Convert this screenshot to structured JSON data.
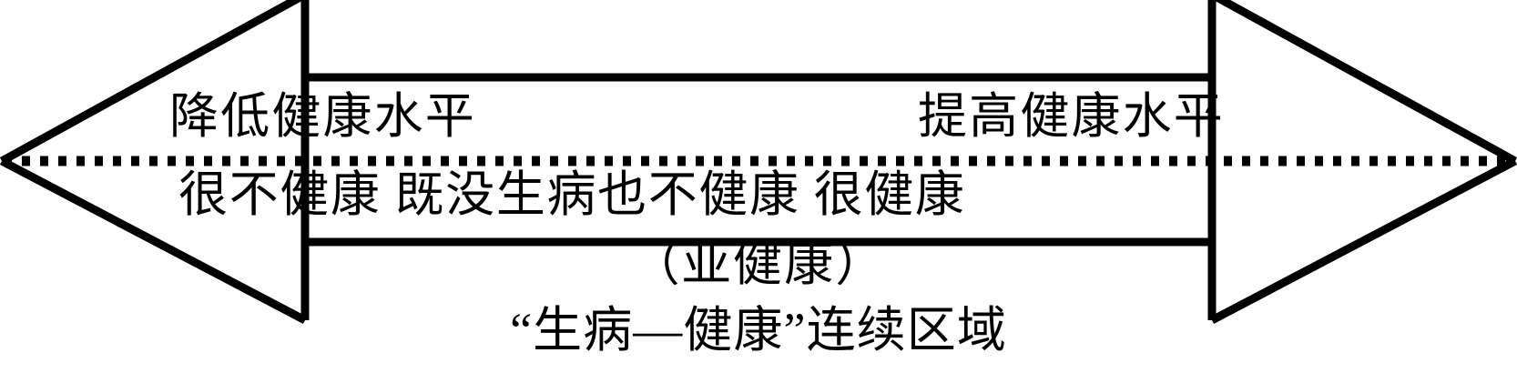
{
  "diagram": {
    "title": "“生病—健康”连续区域",
    "type": "double-headed-arrow-continuum",
    "stroke_color": "#000000",
    "background_color": "#ffffff",
    "axis_style": "dotted",
    "labels": {
      "left_direction": "降低健康水平",
      "right_direction": "提高健康水平",
      "states_row": "很不健康  既没生病也不健康  很健康",
      "middle_state_note": "（亚健康）",
      "caption": "“生病—健康”连续区域"
    },
    "states": [
      "很不健康",
      "既没生病也不健康",
      "很健康"
    ]
  }
}
